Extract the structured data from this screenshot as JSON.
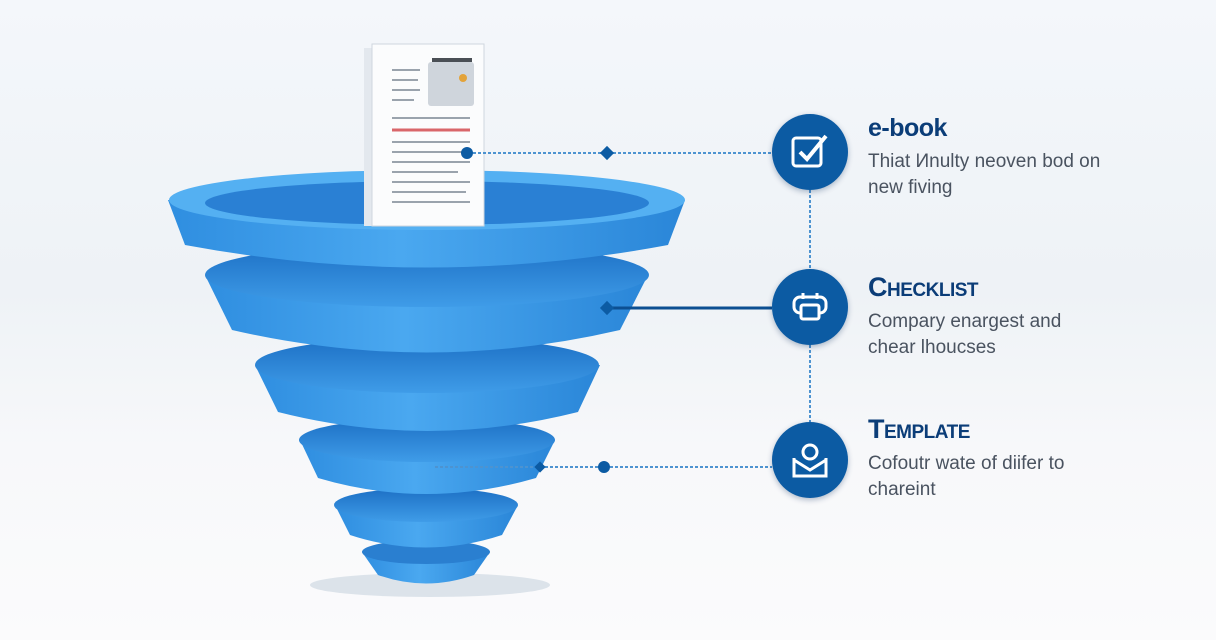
{
  "items": [
    {
      "title": "e-book",
      "description": "Thiat Иnulty neoven bod on new fiving",
      "icon": "checkbox-icon"
    },
    {
      "title": "Checklist",
      "description": "Compary enargest and chear lhoucses",
      "icon": "printer-icon"
    },
    {
      "title": "Template",
      "description": "Cofoutr wate of diifer to chareint",
      "icon": "envelope-user-icon"
    }
  ],
  "colors": {
    "funnel": "#3e9be6",
    "accent": "#0c5ba3",
    "title": "#0b3d78"
  }
}
